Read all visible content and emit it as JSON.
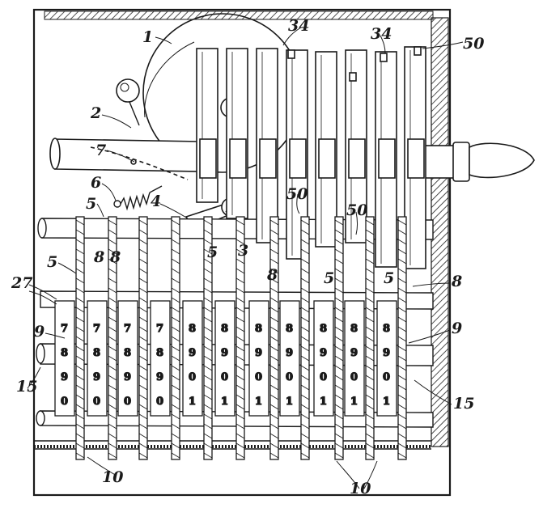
{
  "reference_numerals": {
    "n1": "1",
    "n2": "2",
    "n3": "3",
    "n4": "4",
    "n5a": "5",
    "n5b": "5",
    "n5c": "5",
    "n5d": "5",
    "n5e": "5",
    "n6": "6",
    "n7": "7",
    "n8a": "8",
    "n8b": "8",
    "n8c": "8",
    "n8d": "8",
    "n9a": "9",
    "n9b": "9",
    "n10a": "10",
    "n10b": "10",
    "n15a": "15",
    "n15b": "15",
    "n27": "27",
    "n34a": "34",
    "n34b": "34",
    "n50a": "50",
    "n50b": "50",
    "n50c": "50"
  },
  "wheel_digits": [
    "7",
    "8",
    "9",
    "0"
  ],
  "wheel_digits_right": [
    "8",
    "9",
    "0",
    "1"
  ]
}
